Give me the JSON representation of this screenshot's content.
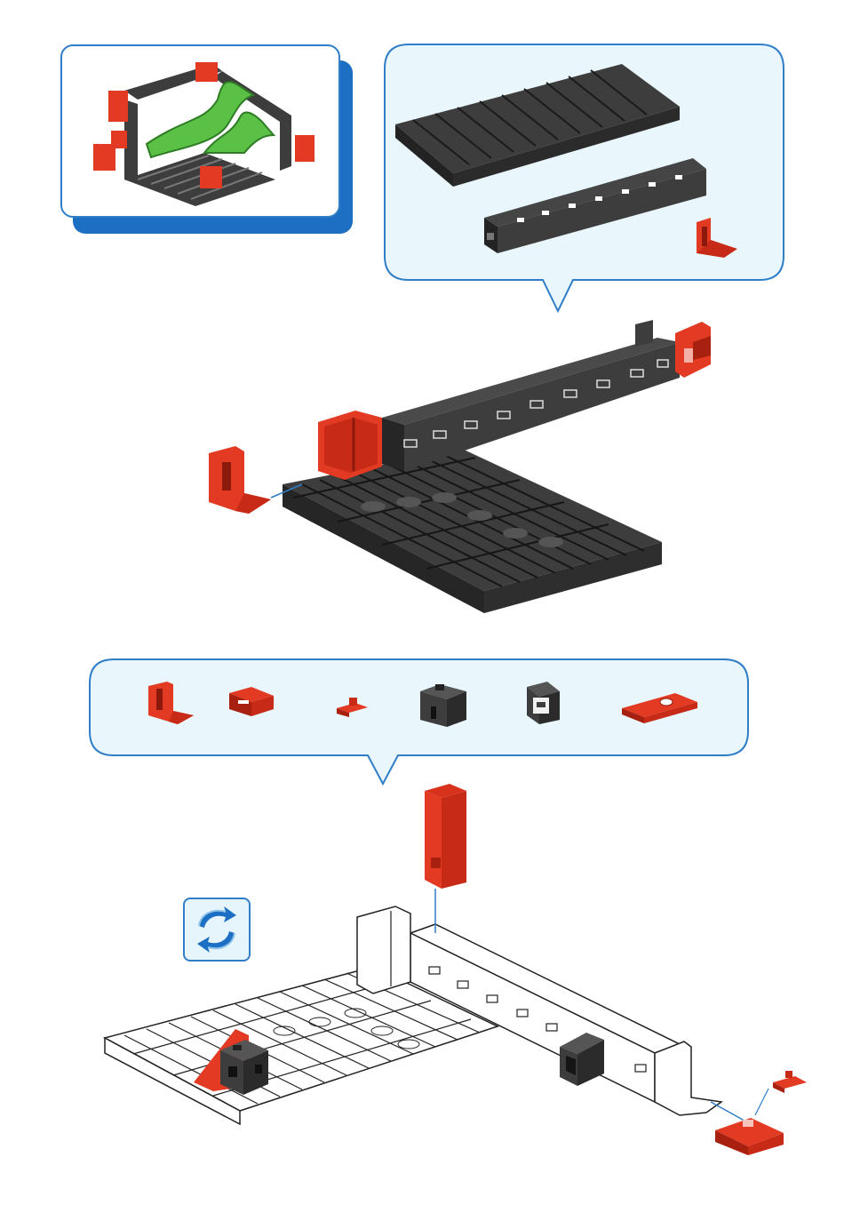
{
  "page": {
    "background": "#ffffff"
  },
  "colors": {
    "brick_red": "#e23a23",
    "brick_red_dark": "#a8200f",
    "brick_dark": "#3d3d3d",
    "brick_dark_shade": "#232323",
    "brick_green": "#5bc146",
    "callout_fill": "#e9f6fb",
    "callout_border": "#2f7ec7",
    "accent_blue": "#1d6fc4",
    "ghost_fill": "#ffffff",
    "ghost_line": "#222222"
  },
  "preview": {
    "icon": "finished-model-thumbnail"
  },
  "step1": {
    "parts": [
      "black-base-plate",
      "black-building-strip",
      "red-angle-bracket"
    ]
  },
  "step2": {
    "parts": [
      "red-angle-bracket",
      "red-clip-connector",
      "red-small-pin",
      "black-building-block-cube",
      "black-hollow-block",
      "red-flat-plate"
    ]
  },
  "rotate": {
    "icon": "rotate-model-icon"
  }
}
